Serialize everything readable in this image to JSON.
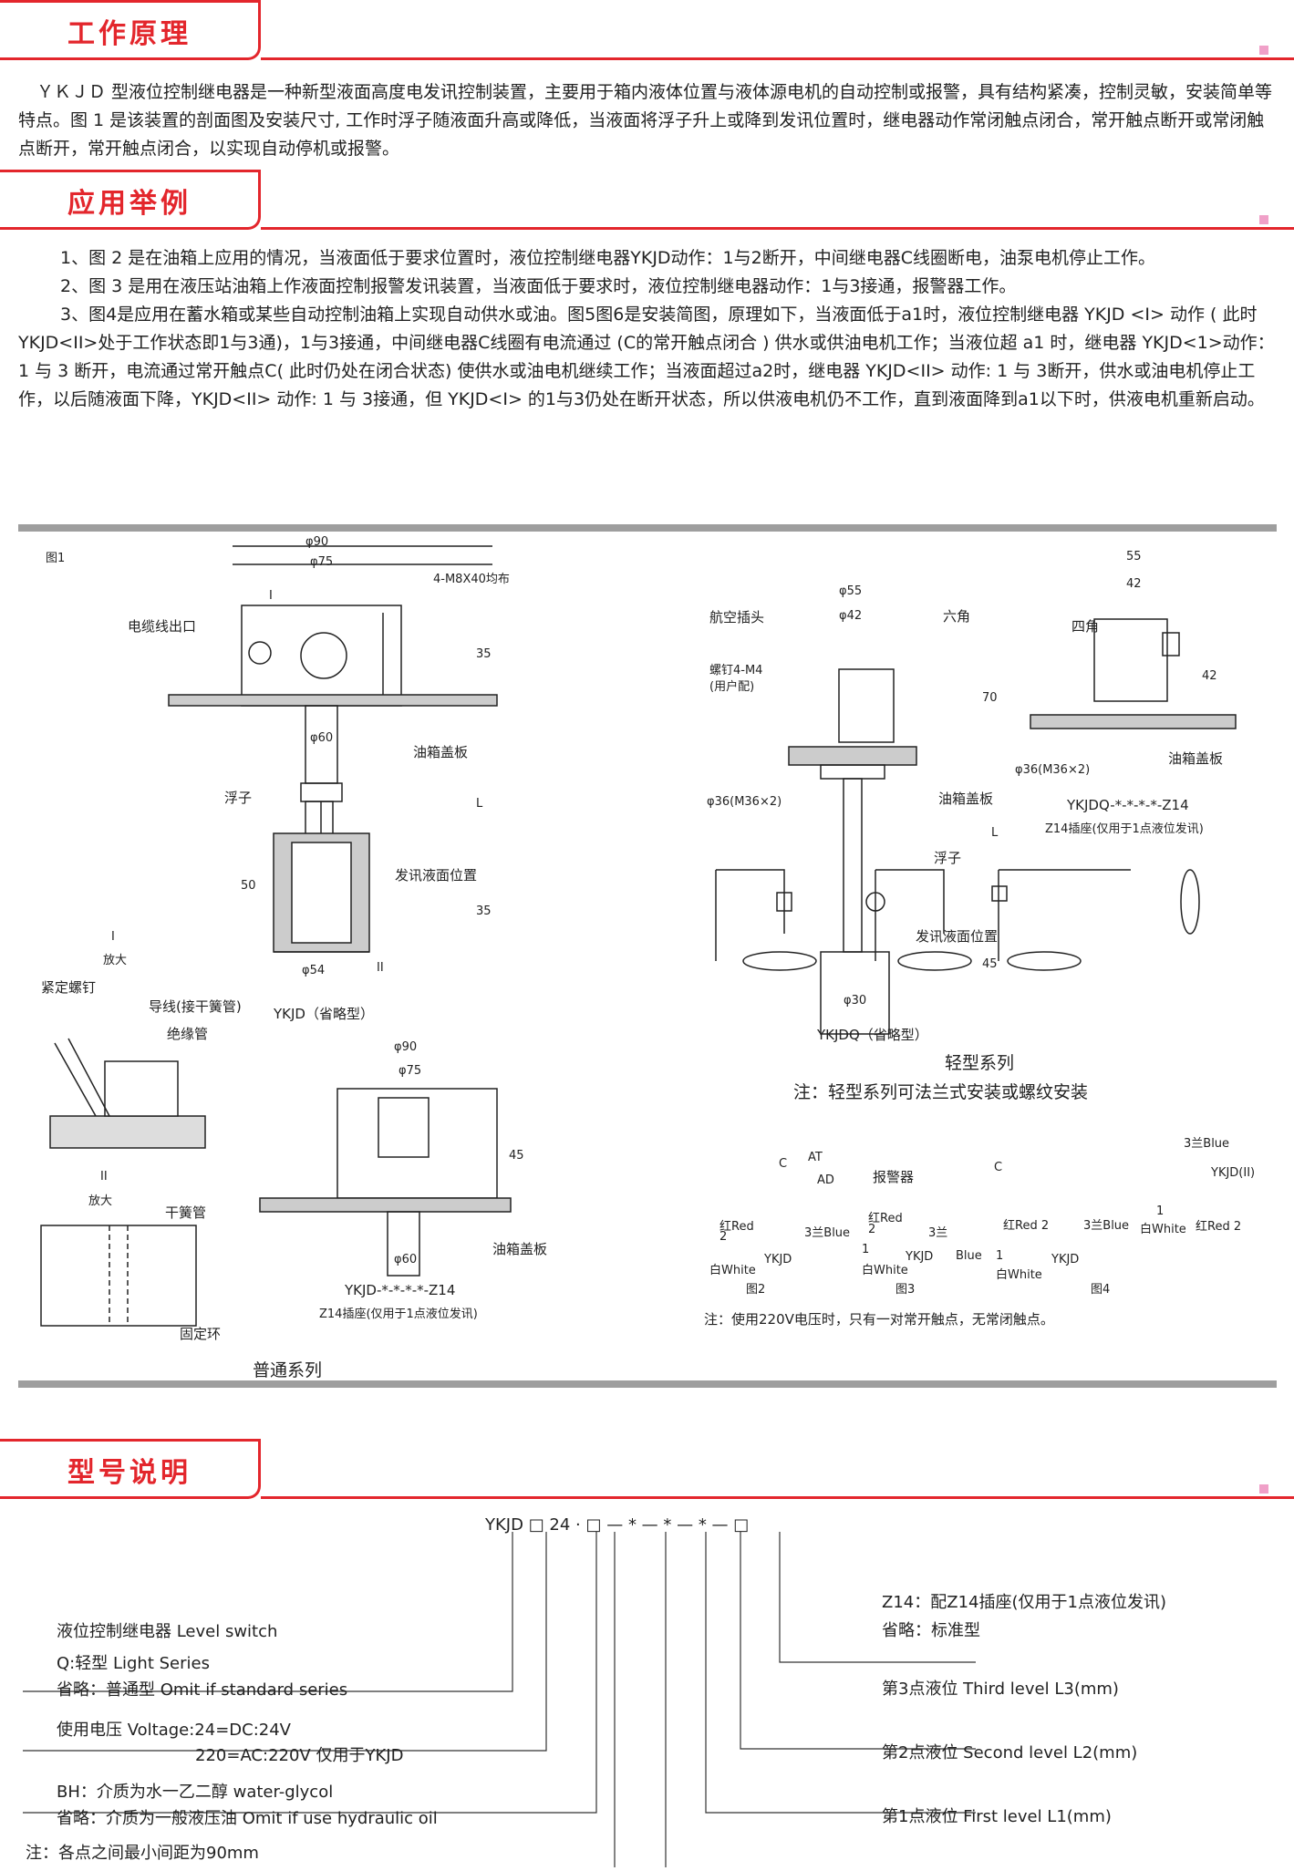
{
  "sections": {
    "principle_title": "工作原理",
    "application_title": "应用举例",
    "model_title": "型号说明"
  },
  "principle_text": "ＹＫＪＤ 型液位控制继电器是一种新型液面高度电发讯控制装置，主要用于箱内液体位置与液体源电机的自动控制或报警，具有结构紧凑，控制灵敏，安装简单等特点。图 1 是该装置的剖面图及安装尺寸, 工作时浮子随液面升高或降低，当液面将浮子升上或降到发讯位置时，继电器动作常闭触点闭合，常开触点断开或常闭触点断开，常开触点闭合，以实现自动停机或报警。",
  "application": {
    "item1": "1、图 2 是在油箱上应用的情况，当液面低于要求位置时，液位控制继电器YKJD动作：1与2断开，中间继电器C线圈断电，油泵电机停止工作。",
    "item2": "2、图 3 是用在液压站油箱上作液面控制报警发讯装置，当液面低于要求时，液位控制继电器动作：1与3接通，报警器工作。",
    "item3": "3、图4是应用在蓄水箱或某些自动控制油箱上实现自动供水或油。图5图6是安装简图，原理如下，当液面低于a1时，液位控制继电器 YKJD <I> 动作 ( 此时YKJD<II>处于工作状态即1与3通)，1与3接通，中间继电器C线圈有电流通过 (C的常开触点闭合 ) 供水或供油电机工作；当液位超 a1 时，继电器 YKJD<1>动作：1 与 3 断开，电流通过常开触点C( 此时仍处在闭合状态) 使供水或油电机继续工作；当液面超过a2时，继电器 YKJD<II> 动作: 1 与 3断开，供水或油电机停止工作，以后随液面下降，YKJD<II> 动作: 1 与 3接通，但 YKJD<I> 的1与3仍处在断开状态，所以供液电机仍不工作，直到液面降到a1以下时，供液电机重新启动。"
  },
  "drawings": {
    "fig1": "图1",
    "phi90": "φ90",
    "phi75": "φ75",
    "bolts": "4-M8X40均布",
    "cable_outlet": "电缆线出口",
    "I": "I",
    "phi60": "φ60",
    "dim35": "35",
    "tank_cover": "油箱盖板",
    "float": "浮子",
    "L": "L",
    "dim50": "50",
    "signal_level": "发讯液面位置",
    "phi54": "φ54",
    "II": "II",
    "ykjd_omit": "YKJD（省略型）",
    "I_enlarge_mark": "I",
    "enlarge": "放大",
    "set_screw": "紧定螺钉",
    "lead": "导线(接干簧管)",
    "insulating_tube": "绝缘管",
    "II_enlarge_mark": "II",
    "reed_switch": "干簧管",
    "fix_ring": "固定环",
    "dim45": "45",
    "ykjd_z14": "YKJD-*-*-*-*-Z14",
    "z14_socket": "Z14插座(仅用于1点液位发讯)",
    "normal_series": "普通系列",
    "phi55": "φ55",
    "phi42": "φ42",
    "aviation_plug": "航空插头",
    "hexagon": "六角",
    "screw": "螺钉4-M4",
    "user_supplied": "(用户配)",
    "dim70": "70",
    "m36": "φ36(M36×2)",
    "phi30": "φ30",
    "ykjdq_omit": "YKJDQ（省略型）",
    "dim55": "55",
    "dim42": "42",
    "square": "四角",
    "ykjdq_z14": "YKJDQ-*-*-*-*-Z14",
    "light_series": "轻型系列",
    "light_note": "注：轻型系列可法兰式安装或螺纹安装",
    "C": "C",
    "AT": "AT",
    "AD": "AD",
    "alarm": "报警器",
    "red2": "红Red",
    "blue3": "3兰Blue",
    "white1": "白White",
    "ykjd": "YKJD",
    "fig2": "图2",
    "fig3": "图3",
    "fig4": "图4",
    "n1": "1",
    "n2": "2",
    "n3": "3兰",
    "blue": "Blue",
    "red_2": "红Red 2",
    "blue3b": "3兰Blue",
    "white_b": "白White",
    "blue_top": "3兰Blue",
    "ykjd_ii": "YKJD(II)",
    "circuit_note": "注：使用220V电压时，只有一对常开触点，无常闭触点。"
  },
  "model": {
    "code": "YKJD □ 24 · □ — * — * — * — □",
    "z14": "Z14：配Z14插座(仅用于1点液位发讯)",
    "std": "省略：标准型",
    "level_switch": "液位控制继电器  Level switch",
    "light": "Q:轻型 Light Series",
    "omit_std": "省略：普通型 Omit if standard series",
    "third": "第3点液位 Third level L3(mm)",
    "voltage1": "使用电压 Voltage:24=DC:24V",
    "voltage2": "220=AC:220V 仅用于YKJD",
    "second": "第2点液位 Second level L2(mm)",
    "bh": "BH：介质为水一乙二醇 water-glycol",
    "omit_oil": "省略：介质为一般液压油  Omit if use hydraulic oil",
    "first": "第1点液位 First level L1(mm)",
    "note": "注：各点之间最小间距为90mm"
  },
  "colors": {
    "accent": "#e3262c",
    "rule": "#9e9e9e",
    "pink": "#f0a0c8"
  }
}
